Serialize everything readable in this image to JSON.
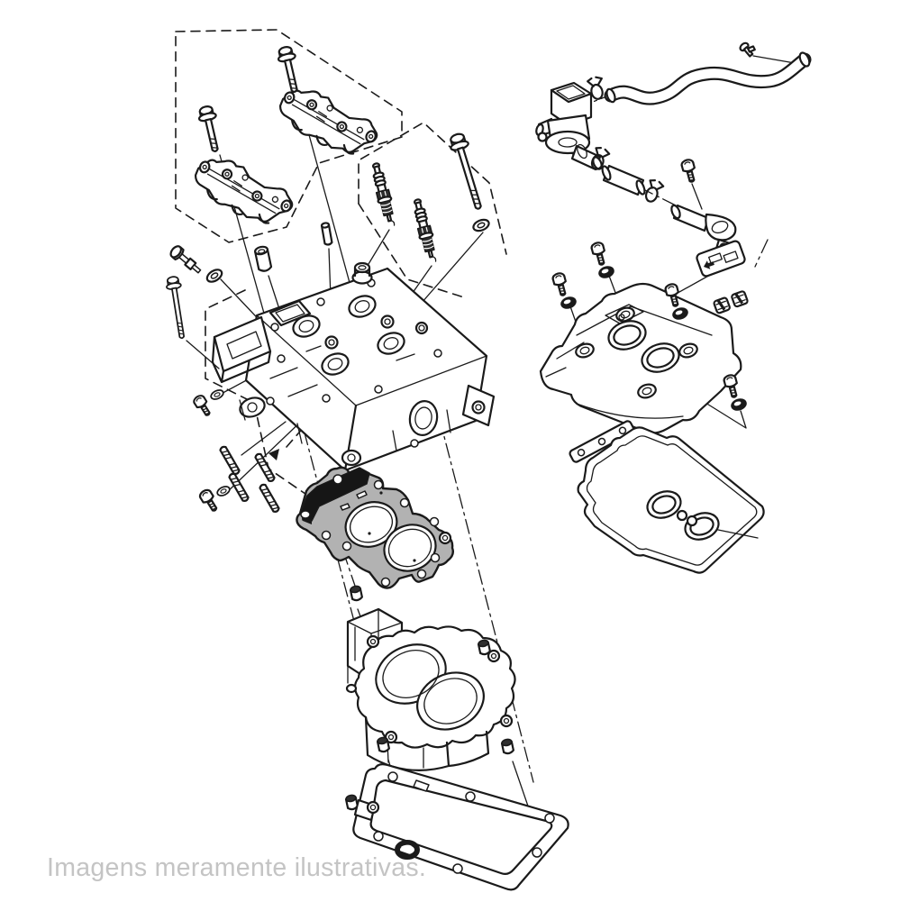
{
  "page": {
    "background": "#ffffff",
    "caption": "Imagens meramente ilustrativas."
  },
  "colors": {
    "line": "#1a1a1a",
    "gasket_fill": "#b2b2b2",
    "highlight_fill": "#161616",
    "caption_text": "#c4c4c4"
  },
  "diagram": {
    "kind": "exploded-parts-diagram",
    "highlighted_part": "cylinder-head-gasket",
    "parts": [
      "camshaft-holder-assembly",
      "flange-bolt",
      "spark-plug",
      "cylinder-head-bolt",
      "washer",
      "pivot-bolt",
      "valve-lifter",
      "valve-guide-pin",
      "oil-plug",
      "cylinder-head",
      "stud-bolt",
      "cylinder-head-gasket",
      "dowel-pin",
      "cylinder-block",
      "cylinder-base-gasket",
      "o-ring",
      "breather-solenoid-valve",
      "breather-hose",
      "hose-clamp",
      "joint-pipe",
      "breather-pipe-bracket",
      "socket-bolt",
      "valve-cover",
      "seal-grommet",
      "setting-plate",
      "wire-clamp",
      "valve-cover-gasket",
      "spark-plug-hole-seal"
    ]
  }
}
